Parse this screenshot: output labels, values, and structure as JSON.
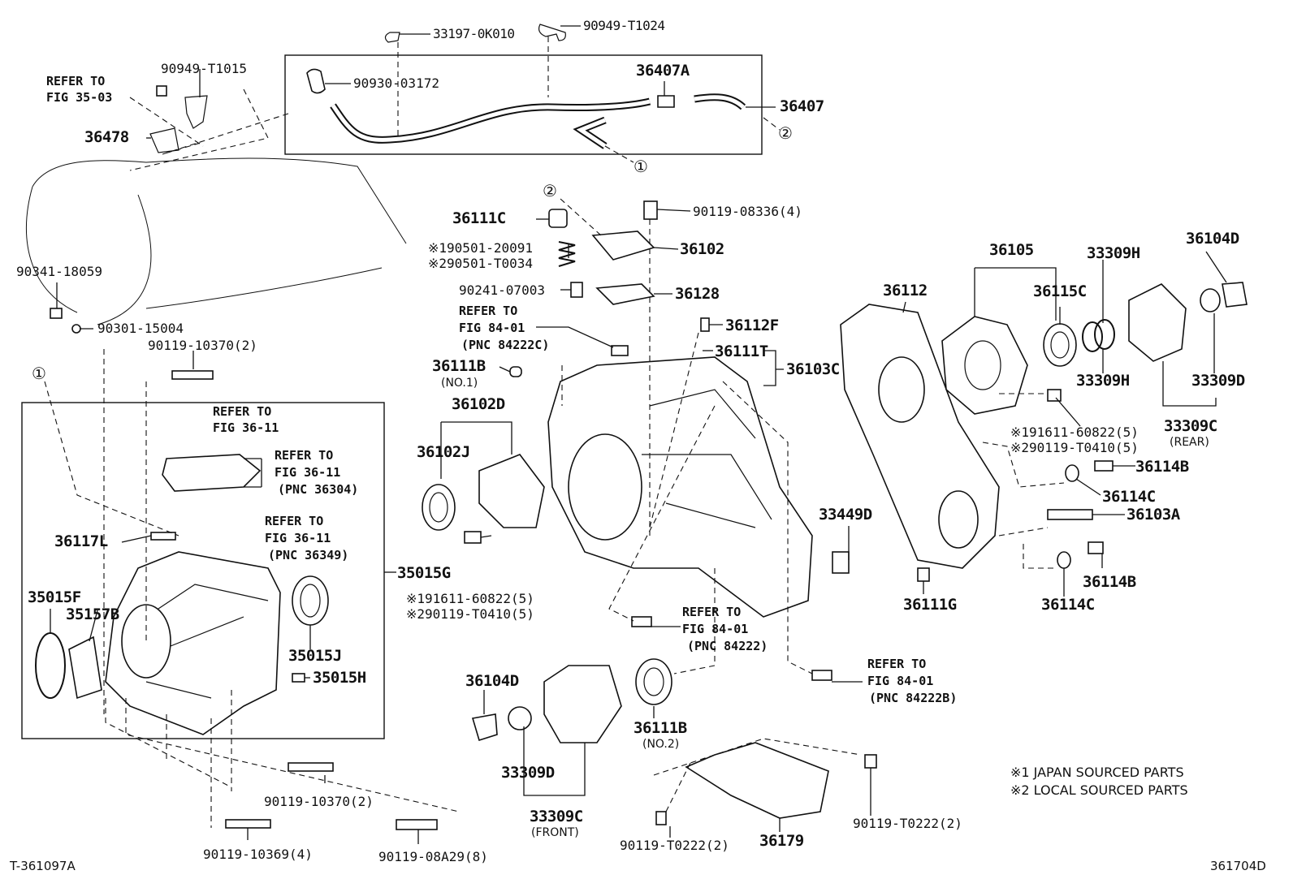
{
  "labels": {
    "p33197": "33197-0K010",
    "p90949a": "90949-T1024",
    "p90949b": "90949-T1015",
    "p90930": "90930-03172",
    "p36407A": "36407A",
    "p36407": "36407",
    "c2a": "②",
    "c1a": "①",
    "refer3503_1": "REFER TO",
    "refer3503_2": "FIG 35-03",
    "p36478": "36478",
    "p90341": "90341-18059",
    "p90301": "90301-15004",
    "p90119_10370a": "90119-10370(2)",
    "c1b": "①",
    "refer3611a_1": "REFER TO",
    "refer3611a_2": "FIG 36-11",
    "refer3611b_1": "REFER TO",
    "refer3611b_2": "FIG 36-11",
    "refer3611b_3": "(PNC 36304)",
    "refer3611c_1": "REFER TO",
    "refer3611c_2": "FIG 36-11",
    "refer3611c_3": "(PNC 36349)",
    "p36117L": "36117L",
    "p35015G": "35015G",
    "p35015F": "35015F",
    "p35157B": "35157B",
    "p35015J": "35015J",
    "p35015H": "35015H",
    "p90119_10370b": "90119-10370(2)",
    "p90119_10369": "90119-10369(4)",
    "p90119_08A29": "90119-08A29(8)",
    "c2b": "②",
    "p36111C": "36111C",
    "p190501": "※190501-20091",
    "p290501": "※290501-T0034",
    "p90241": "90241-07003",
    "refer8401a_1": "REFER TO",
    "refer8401a_2": "FIG 84-01",
    "refer8401a_3": "(PNC 84222C)",
    "p36111B_1": "36111B",
    "no1": "(NO.1)",
    "p36102D": "36102D",
    "p36102J": "36102J",
    "p191611a": "※191611-60822(5)",
    "p290119a": "※290119-T0410(5)",
    "p90119_08336": "90119-08336(4)",
    "p36102": "36102",
    "p36128": "36128",
    "p36112F": "36112F",
    "p36111T": "36111T",
    "p36103C": "36103C",
    "p33449D": "33449D",
    "refer8401b_1": "REFER TO",
    "refer8401b_2": "FIG 84-01",
    "refer8401b_3": "(PNC 84222)",
    "refer8401c_1": "REFER TO",
    "refer8401c_2": "FIG 84-01",
    "refer8401c_3": "(PNC 84222B)",
    "p36104D_f": "36104D",
    "p33309D_f": "33309D",
    "p33309C_f": "33309C",
    "front": "(FRONT)",
    "p36111B_2": "36111B",
    "no2": "(NO.2)",
    "p90119_T0222a": "90119-T0222(2)",
    "p36179": "36179",
    "p90119_T0222b": "90119-T0222(2)",
    "p36112": "36112",
    "p36105": "36105",
    "p36115C": "36115C",
    "p33309H_a": "33309H",
    "p33309H_b": "33309H",
    "p36104D_r": "36104D",
    "p33309D_r": "33309D",
    "p33309C_r": "33309C",
    "rear": "(REAR)",
    "p191611b": "※191611-60822(5)",
    "p290119b": "※290119-T0410(5)",
    "p36114B_a": "36114B",
    "p36114C_a": "36114C",
    "p36103A": "36103A",
    "p36114B_b": "36114B",
    "p36111G": "36111G",
    "p36114C_b": "36114C",
    "note1": "※1 JAPAN SOURCED PARTS",
    "note2": "※2 LOCAL SOURCED PARTS",
    "code_left": "T-361097A",
    "code_right": "361704D"
  }
}
